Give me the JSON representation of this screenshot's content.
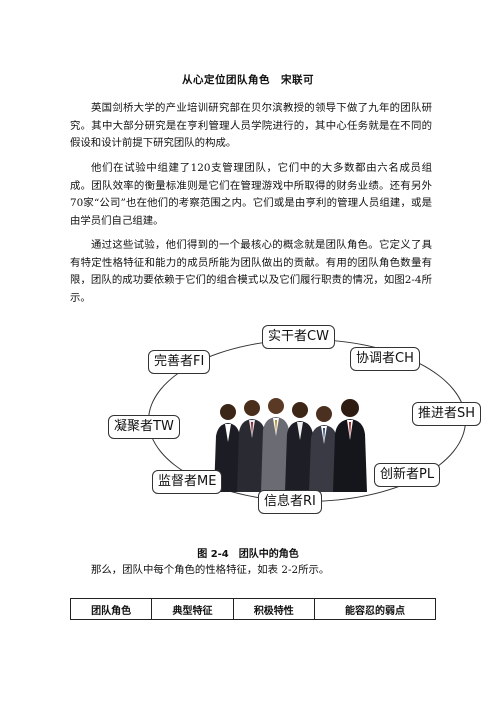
{
  "document": {
    "title": "从心定位团队角色　宋联可",
    "paragraphs": [
      "英国剑桥大学的产业培训研究部在贝尔滨教授的领导下做了九年的团队研究。其中大部分研究是在亨利管理人员学院进行的，其中心任务就是在不同的假设和设计前提下研究团队的构成。",
      "他们在试验中组建了120支管理团队，它们中的大多数都由六名成员组成。团队效率的衡量标准则是它们在管理游戏中所取得的财务业绩。还有另外70家“公司”也在他们的考察范围之内。它们或是由亨利的管理人员组建，或是由学员们自己组建。",
      "通过这些试验，他们得到的一个最核心的概念就是团队角色。它定义了具有特定性格特征和能力的成员所能为团队做出的贡献。有用的团队角色数量有限，团队的成功要依赖于它们的组合模式以及它们履行职责的情况，如图2-4所示。"
    ],
    "figure": {
      "roles": {
        "cw": "实干者CW",
        "fi": "完善者FI",
        "ch": "协调者CH",
        "tw": "凝聚者TW",
        "sh": "推进者SH",
        "me": "监督者ME",
        "pl": "创新者PL",
        "ri": "信息者RI"
      },
      "caption": "图 2-4　团队中的角色"
    },
    "intro_text": "那么，团队中每个角色的性格特征，如表 2-2所示。",
    "table": {
      "headers": [
        "团队角色",
        "典型特征",
        "积极特性",
        "能容忍的弱点"
      ]
    }
  },
  "colors": {
    "text": "#111111",
    "line": "#333333",
    "background": "#ffffff"
  }
}
